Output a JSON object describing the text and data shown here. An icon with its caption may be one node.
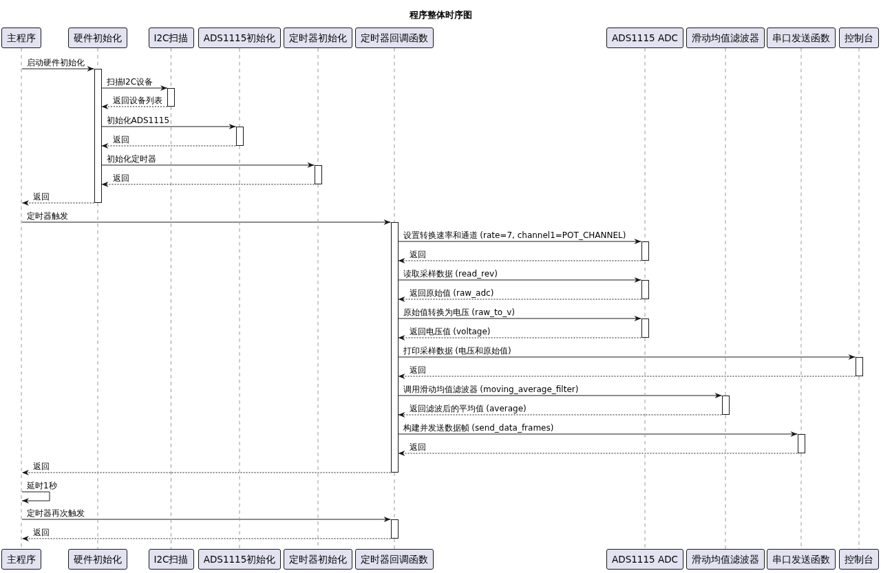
{
  "diagram": {
    "title": "程序整体时序图",
    "nodes": [
      {
        "text": [
          "主程序"
        ]
      },
      {
        "text": [
          "硬件初始化"
        ]
      },
      {
        "text": [
          "I2C扫描"
        ]
      },
      {
        "text": [
          "ADS1115初始化"
        ]
      },
      {
        "text": [
          "定时器初始化"
        ]
      },
      {
        "text": [
          "定时器回调函数"
        ]
      },
      {
        "text": [
          "ADS1115 ADC"
        ]
      },
      {
        "text": [
          "滑动均值滤波器"
        ]
      },
      {
        "text": [
          "串口发送函数"
        ]
      },
      {
        "text": [
          "控制台"
        ]
      },
      {
        "text": [],
        "shape": "line"
      },
      {
        "text": [],
        "shape": "bar"
      },
      {
        "text": [],
        "shape": "bar"
      },
      {
        "text": [],
        "shape": "bar"
      },
      {
        "text": [],
        "shape": "bar"
      },
      {
        "text": [],
        "shape": "bar"
      },
      {
        "text": [],
        "shape": "bar"
      },
      {
        "text": [],
        "shape": "bar"
      },
      {
        "text": [],
        "shape": "bar"
      },
      {
        "text": [],
        "shape": "bar"
      },
      {
        "text": [],
        "shape": "bar"
      },
      {
        "text": [],
        "shape": "bar"
      },
      {
        "text": [],
        "shape": "bar"
      },
      {
        "text": [
          "主程序"
        ]
      },
      {
        "text": [
          "硬件初始化"
        ]
      },
      {
        "text": [
          "I2C扫描"
        ]
      },
      {
        "text": [
          "ADS1115初始化"
        ]
      },
      {
        "text": [
          "定时器初始化"
        ]
      },
      {
        "text": [
          "定时器回调函数"
        ]
      },
      {
        "text": [
          "ADS1115 ADC"
        ]
      },
      {
        "text": [
          "滑动均值滤波器"
        ]
      },
      {
        "text": [
          "串口发送函数"
        ]
      },
      {
        "text": [
          "控制台"
        ]
      }
    ],
    "edges": [
      {
        "from": 10,
        "to": 11,
        "arrow": "to",
        "label": "启动硬件初始化"
      },
      {
        "from": 11,
        "to": 12,
        "arrow": "to",
        "label": "扫描I2C设备"
      },
      {
        "from": 12,
        "to": 11,
        "arrow": "to",
        "label": "返回设备列表",
        "style": "dashed"
      },
      {
        "from": 11,
        "to": 13,
        "arrow": "to",
        "label": "初始化ADS1115"
      },
      {
        "from": 13,
        "to": 11,
        "arrow": "to",
        "label": "返回",
        "style": "dashed"
      },
      {
        "from": 11,
        "to": 14,
        "arrow": "to",
        "label": "初始化定时器"
      },
      {
        "from": 14,
        "to": 11,
        "arrow": "to",
        "label": "返回",
        "style": "dashed"
      },
      {
        "from": 11,
        "to": 10,
        "arrow": "to",
        "label": "返回",
        "style": "dashed"
      },
      {
        "from": 10,
        "to": 15,
        "arrow": "to",
        "label": "定时器触发"
      },
      {
        "from": 15,
        "to": 16,
        "arrow": "to",
        "label": "设置转换速率和通道 (rate=7, channel1=POT_CHANNEL)"
      },
      {
        "from": 16,
        "to": 15,
        "arrow": "to",
        "label": "返回",
        "style": "dashed"
      },
      {
        "from": 15,
        "to": 17,
        "arrow": "to",
        "label": "读取采样数据 (read_rev)"
      },
      {
        "from": 17,
        "to": 15,
        "arrow": "to",
        "label": "返回原始值 (raw_adc)",
        "style": "dashed"
      },
      {
        "from": 15,
        "to": 18,
        "arrow": "to",
        "label": "原始值转换为电压 (raw_to_v)"
      },
      {
        "from": 18,
        "to": 15,
        "arrow": "to",
        "label": "返回电压值 (voltage)",
        "style": "dashed"
      },
      {
        "from": 15,
        "to": 19,
        "arrow": "to",
        "label": "打印采样数据 (电压和原始值)"
      },
      {
        "from": 19,
        "to": 15,
        "arrow": "to",
        "label": "返回",
        "style": "dashed"
      },
      {
        "from": 15,
        "to": 20,
        "arrow": "to",
        "label": "调用滑动均值滤波器 (moving_average_filter)"
      },
      {
        "from": 20,
        "to": 15,
        "arrow": "to",
        "label": "返回滤波后的平均值 (average)",
        "style": "dashed"
      },
      {
        "from": 15,
        "to": 21,
        "arrow": "to",
        "label": "构建并发送数据帧 (send_data_frames)"
      },
      {
        "from": 21,
        "to": 15,
        "arrow": "to",
        "label": "返回",
        "style": "dashed"
      },
      {
        "from": 15,
        "to": 10,
        "arrow": "to",
        "label": "返回",
        "style": "dashed"
      },
      {
        "from": 10,
        "to": 10,
        "arrow": "to",
        "label": "延时1秒"
      },
      {
        "from": 10,
        "to": 22,
        "arrow": "to",
        "label": "定时器再次触发"
      },
      {
        "from": 22,
        "to": 10,
        "arrow": "to",
        "label": "返回",
        "style": "dashed"
      },
      {
        "from": 1,
        "to": 11,
        "arrow": "none",
        "style": "dashed",
        "color": "#999999"
      },
      {
        "from": 11,
        "to": 24,
        "arrow": "none",
        "style": "dashed",
        "color": "#999999"
      },
      {
        "from": 2,
        "to": 12,
        "arrow": "none",
        "style": "dashed",
        "color": "#999999"
      },
      {
        "from": 12,
        "to": 25,
        "arrow": "none",
        "style": "dashed",
        "color": "#999999"
      },
      {
        "from": 3,
        "to": 13,
        "arrow": "none",
        "style": "dashed",
        "color": "#999999"
      },
      {
        "from": 13,
        "to": 26,
        "arrow": "none",
        "style": "dashed",
        "color": "#999999"
      },
      {
        "from": 4,
        "to": 14,
        "arrow": "none",
        "style": "dashed",
        "color": "#999999"
      },
      {
        "from": 14,
        "to": 27,
        "arrow": "none",
        "style": "dashed",
        "color": "#999999"
      },
      {
        "from": 5,
        "to": 15,
        "arrow": "none",
        "style": "dashed",
        "color": "#999999"
      },
      {
        "from": 15,
        "to": 22,
        "arrow": "none",
        "style": "dashed",
        "color": "#999999"
      },
      {
        "from": 22,
        "to": 28,
        "arrow": "none",
        "style": "dashed",
        "color": "#999999"
      },
      {
        "from": 6,
        "to": 16,
        "arrow": "none",
        "style": "dashed",
        "color": "#999999"
      },
      {
        "from": 16,
        "to": 17,
        "arrow": "none",
        "style": "dashed",
        "color": "#999999"
      },
      {
        "from": 17,
        "to": 18,
        "arrow": "none",
        "style": "dashed",
        "color": "#999999"
      },
      {
        "from": 18,
        "to": 29,
        "arrow": "none",
        "style": "dashed",
        "color": "#999999"
      },
      {
        "from": 7,
        "to": 20,
        "arrow": "none",
        "style": "dashed",
        "color": "#999999"
      },
      {
        "from": 20,
        "to": 30,
        "arrow": "none",
        "style": "dashed",
        "color": "#999999"
      },
      {
        "from": 8,
        "to": 21,
        "arrow": "none",
        "style": "dashed",
        "color": "#999999"
      },
      {
        "from": 21,
        "to": 31,
        "arrow": "none",
        "style": "dashed",
        "color": "#999999"
      },
      {
        "from": 9,
        "to": 19,
        "arrow": "none",
        "style": "dashed",
        "color": "#999999"
      },
      {
        "from": 19,
        "to": 32,
        "arrow": "none",
        "style": "dashed",
        "color": "#999999"
      }
    ]
  }
}
